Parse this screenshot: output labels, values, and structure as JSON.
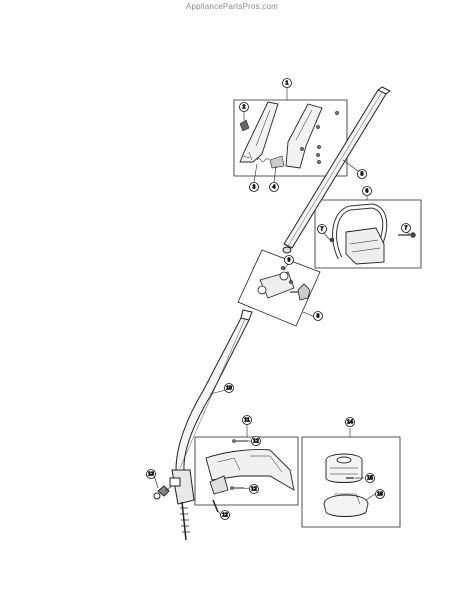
{
  "watermark": "AppliancePartsPros.com",
  "callouts": {
    "c1": "1",
    "c2": "2",
    "c3": "3",
    "c4": "4",
    "c5": "5",
    "c6": "6",
    "c7a": "7",
    "c7b": "7",
    "c8": "8",
    "c9": "9",
    "c10": "10",
    "c11": "11",
    "c12a": "12",
    "c12b": "12",
    "c12c": "12",
    "c13": "13",
    "c14": "14",
    "c15": "15",
    "c16": "16"
  }
}
